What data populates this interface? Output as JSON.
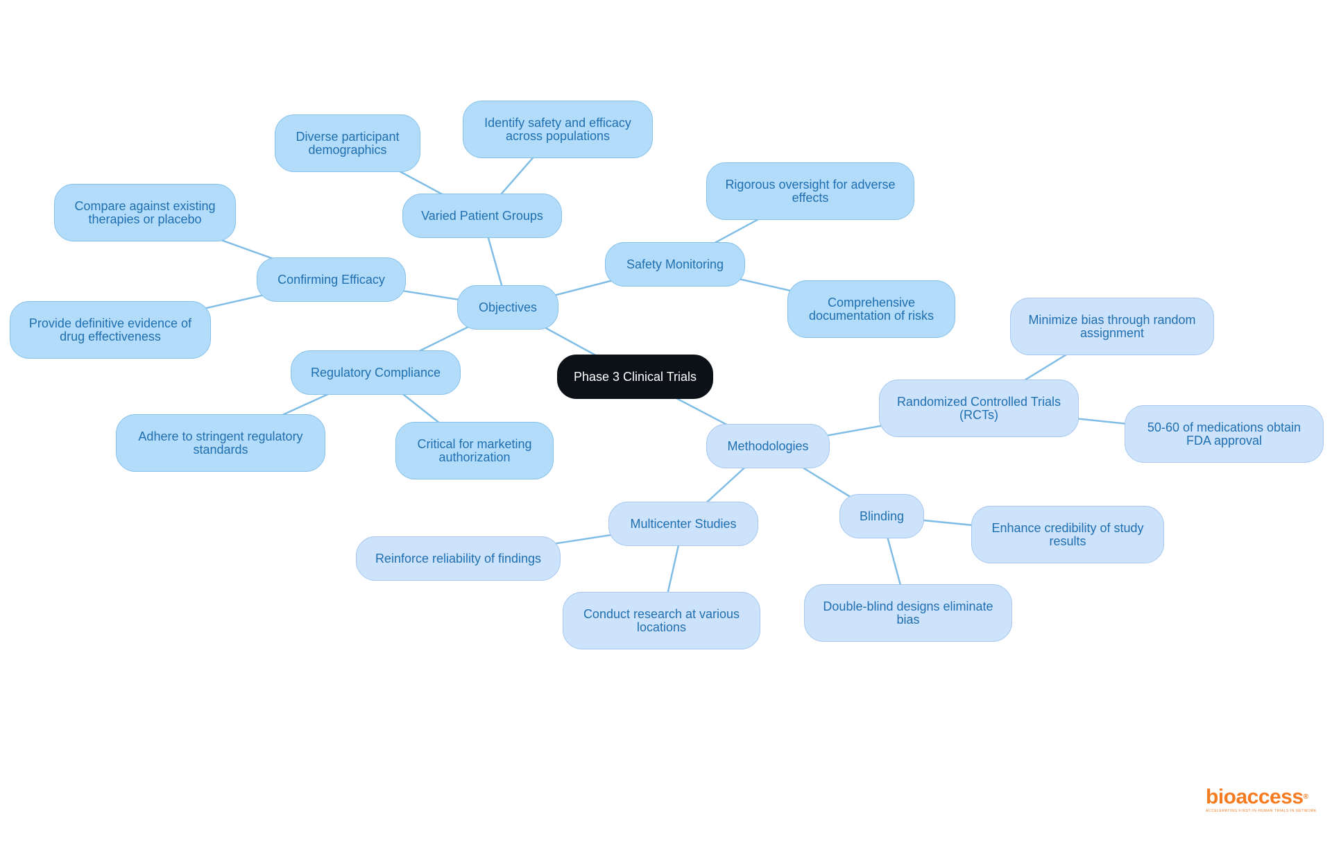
{
  "diagram": {
    "type": "mind-map",
    "root": "Phase 3 Clinical Trials",
    "branches": [
      {
        "label": "Objectives",
        "children": [
          {
            "label": "Varied Patient Groups",
            "children": [
              "Diverse participant demographics",
              "Identify safety and efficacy across populations"
            ]
          },
          {
            "label": "Safety Monitoring",
            "children": [
              "Rigorous oversight for adverse effects",
              "Comprehensive documentation of risks"
            ]
          },
          {
            "label": "Confirming Efficacy",
            "children": [
              "Compare against existing therapies or placebo",
              "Provide definitive evidence of drug effectiveness"
            ]
          },
          {
            "label": "Regulatory Compliance",
            "children": [
              "Adhere to stringent regulatory standards",
              "Critical for marketing authorization"
            ]
          }
        ]
      },
      {
        "label": "Methodologies",
        "children": [
          {
            "label": "Randomized Controlled Trials (RCTs)",
            "children": [
              "Minimize bias through random assignment",
              "50-60 of medications obtain FDA approval"
            ]
          },
          {
            "label": "Blinding",
            "children": [
              "Enhance credibility of study results",
              "Double-blind designs eliminate bias"
            ]
          },
          {
            "label": "Multicenter Studies",
            "children": [
              "Reinforce reliability of findings",
              "Conduct research at various locations"
            ]
          }
        ]
      }
    ]
  },
  "colors": {
    "root_fill": "#0b1116",
    "objectives_fill": "#b3dcfa",
    "methodologies_fill": "#cde2fb",
    "text": "#1f6fb0",
    "edge": "#7fbde6",
    "brand": "#f47b20"
  },
  "brand": {
    "name": "bioaccess",
    "registered": "®",
    "tagline": "ACCELERATING FIRST-IN-HUMAN TRIALS IN NETWORK"
  }
}
